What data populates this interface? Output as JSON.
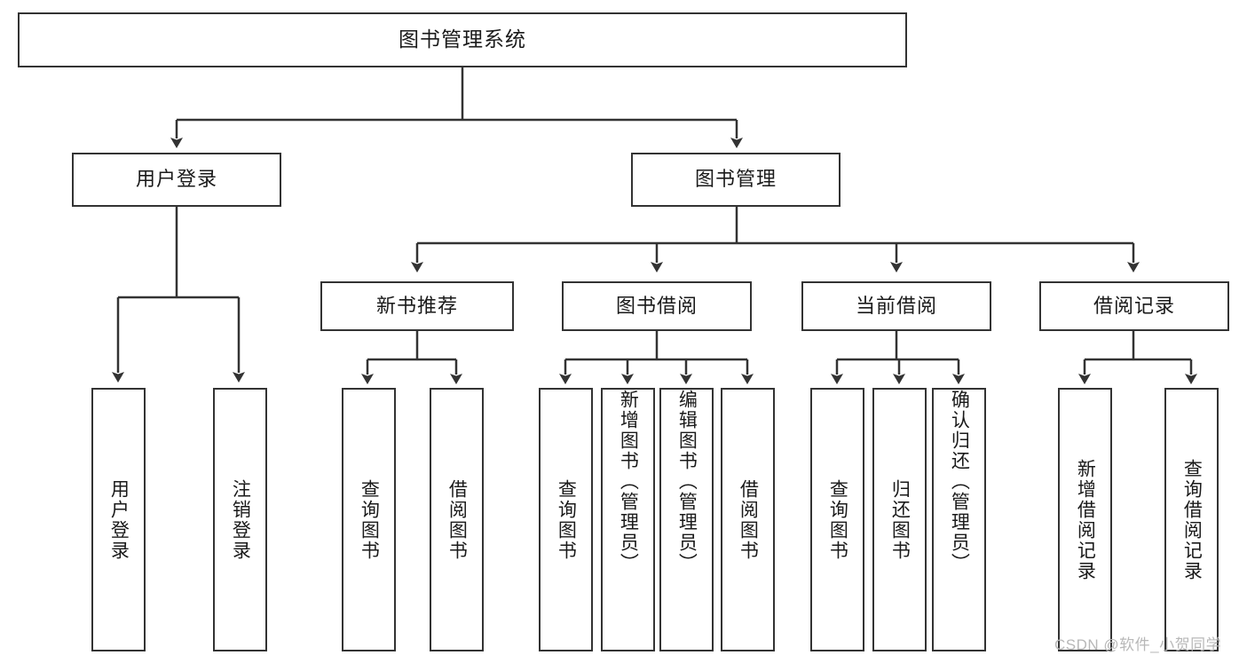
{
  "diagram": {
    "type": "tree",
    "title": "图书管理系统",
    "watermark": "CSDN @软件_小贺同学",
    "colors": {
      "node_border": "#333333",
      "node_fill": "#ffffff",
      "edge": "#333333",
      "text": "#1a1a1a",
      "watermark": "#b8b8b8"
    },
    "nodes": {
      "root": "图书管理系统",
      "level2": {
        "user_login": "用户登录",
        "book_manage": "图书管理"
      },
      "level3": {
        "new_book_rec": "新书推荐",
        "book_borrow": "图书借阅",
        "current_borrow": "当前借阅",
        "borrow_record": "借阅记录"
      },
      "leaves": {
        "user_login_1": "用户登录",
        "user_login_2": "注销登录",
        "new_book_rec_1": "查询图书",
        "new_book_rec_2": "借阅图书",
        "book_borrow_1": "查询图书",
        "book_borrow_2": "新增图书（管理员）",
        "book_borrow_3": "编辑图书（管理员）",
        "book_borrow_4": "借阅图书",
        "current_borrow_1": "查询图书",
        "current_borrow_2": "归还图书",
        "current_borrow_3": "确认归还（管理员）",
        "borrow_record_1": "新增借阅记录",
        "borrow_record_2": "查询借阅记录"
      }
    }
  }
}
